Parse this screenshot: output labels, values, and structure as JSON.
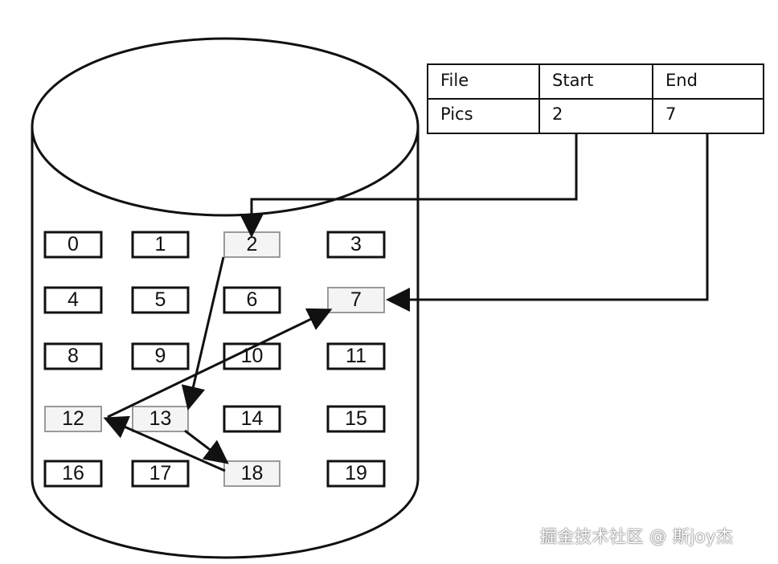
{
  "disk": {
    "blocks": [
      "0",
      "1",
      "2",
      "3",
      "4",
      "5",
      "6",
      "7",
      "8",
      "9",
      "10",
      "11",
      "12",
      "13",
      "14",
      "15",
      "16",
      "17",
      "18",
      "19"
    ],
    "allocated_blocks": [
      "2",
      "13",
      "18",
      "12",
      "7"
    ]
  },
  "file_table": {
    "headers": [
      "File",
      "Start",
      "End"
    ],
    "rows": [
      [
        "Pics",
        "2",
        "7"
      ]
    ]
  },
  "watermark": "掘金技术社区 @ 斯joy杰"
}
